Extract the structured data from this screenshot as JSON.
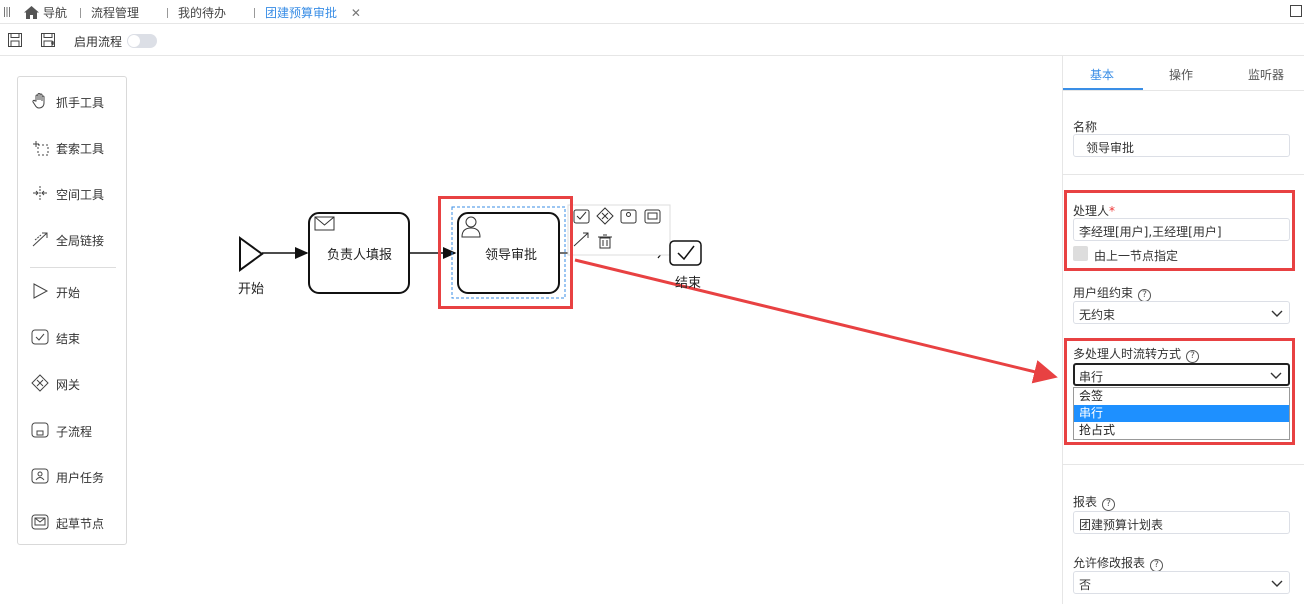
{
  "tabs": [
    {
      "label": "导航"
    },
    {
      "label": "流程管理"
    },
    {
      "label": "我的待办"
    },
    {
      "label": "团建预算审批"
    }
  ],
  "toolbar": {
    "enable_label": "启用流程"
  },
  "palette": [
    {
      "label": "抓手工具",
      "icon": "hand-icon"
    },
    {
      "label": "套索工具",
      "icon": "lasso-icon"
    },
    {
      "label": "空间工具",
      "icon": "space-tool-icon"
    },
    {
      "label": "全局链接",
      "icon": "global-connect-icon"
    },
    {
      "label": "开始",
      "icon": "start-event-icon"
    },
    {
      "label": "结束",
      "icon": "end-event-icon"
    },
    {
      "label": "网关",
      "icon": "gateway-icon"
    },
    {
      "label": "子流程",
      "icon": "subprocess-icon"
    },
    {
      "label": "用户任务",
      "icon": "user-task-icon"
    },
    {
      "label": "起草节点",
      "icon": "draft-node-icon"
    }
  ],
  "diagram": {
    "start_label": "开始",
    "task1_label": "负责人填报",
    "task2_label": "领导审批",
    "end_label": "结束"
  },
  "panel": {
    "tabs": [
      "基本",
      "操作",
      "监听器"
    ],
    "active_tab": "基本",
    "name_label": "名称",
    "name_value": "领导审批",
    "handler_label": "处理人",
    "handler_required": "*",
    "handler_value": "李经理[用户],王经理[用户]",
    "prev_node_label": "由上一节点指定",
    "group_constraint_label": "用户组约束",
    "group_constraint_value": "无约束",
    "multi_mode_label": "多处理人时流转方式",
    "multi_mode_value": "串行",
    "multi_mode_options": [
      "会签",
      "串行",
      "抢占式"
    ],
    "report_label": "报表",
    "report_value": "团建预算计划表",
    "allow_edit_label": "允许修改报表",
    "allow_edit_value": "否"
  },
  "colors": {
    "accent": "#3a8ee6",
    "highlight": "#e84142",
    "selected_option": "#1e90ff"
  }
}
